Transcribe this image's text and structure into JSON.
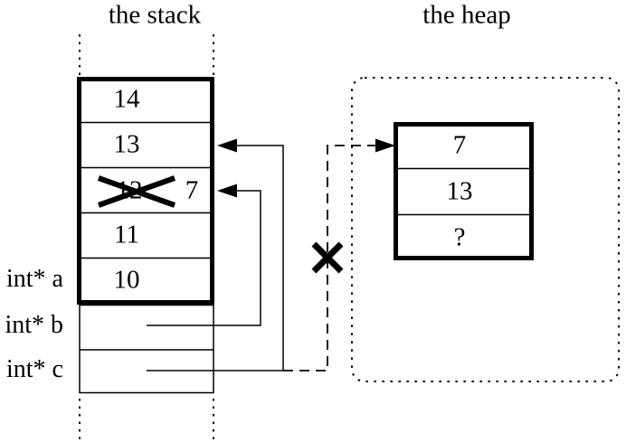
{
  "titles": {
    "stack": "the stack",
    "heap": "the heap"
  },
  "stack": {
    "cells": [
      {
        "value": "14",
        "crossed_out": false
      },
      {
        "value": "13",
        "crossed_out": false
      },
      {
        "value": "12",
        "crossed_out": true,
        "new_value": "7"
      },
      {
        "value": "11",
        "crossed_out": false
      },
      {
        "value": "10",
        "crossed_out": false
      }
    ]
  },
  "pointer_vars": [
    {
      "label": "int* a"
    },
    {
      "label": "int* b"
    },
    {
      "label": "int* c"
    }
  ],
  "heap": {
    "cells": [
      {
        "value": "7"
      },
      {
        "value": "13"
      },
      {
        "value": "?"
      }
    ]
  },
  "arrows": [
    {
      "from": "int* b",
      "to": "stack cell 12 (now 7)",
      "style": "solid"
    },
    {
      "from": "int* c",
      "to": "stack cell 13",
      "style": "solid"
    },
    {
      "from": "int* c",
      "to": "heap cell 7",
      "style": "dashed",
      "invalidated": true
    }
  ],
  "colors": {
    "ink": "#000000",
    "background": "#ffffff"
  }
}
